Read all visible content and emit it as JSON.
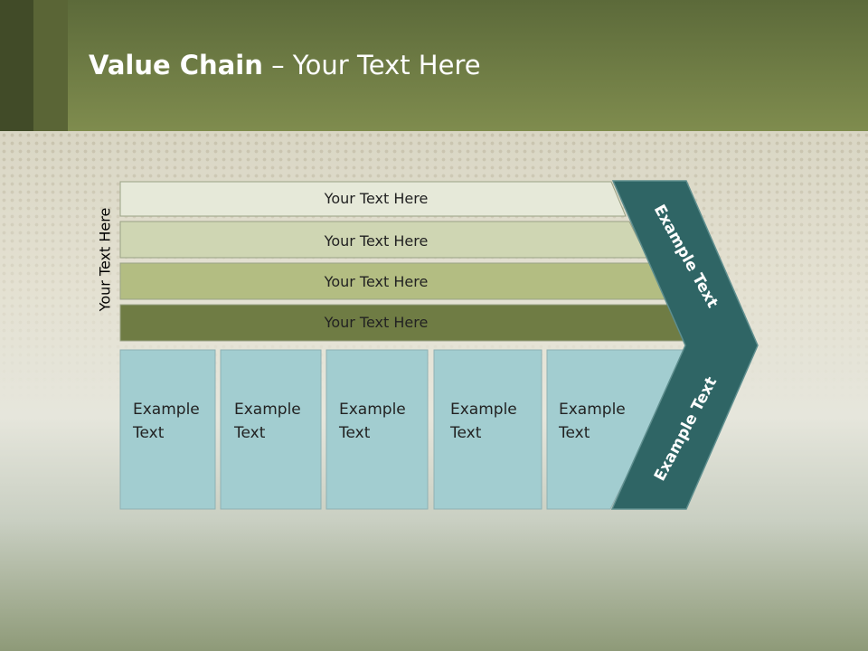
{
  "slide": {
    "title_bold": "Value Chain",
    "title_rest": " – Your Text Here",
    "side_label": "Your Text Here"
  },
  "bars": [
    {
      "label": "Your Text Here",
      "fill": "#e6e9d9"
    },
    {
      "label": "Your Text Here",
      "fill": "#cfd6b3"
    },
    {
      "label": "Your Text Here",
      "fill": "#b3bd82"
    },
    {
      "label": "Your Text Here",
      "fill": "#6f7c44"
    }
  ],
  "columns": [
    {
      "line1": "Example",
      "line2": "Text"
    },
    {
      "line1": "Example",
      "line2": "Text"
    },
    {
      "line1": "Example",
      "line2": "Text"
    },
    {
      "line1": "Example",
      "line2": "Text"
    },
    {
      "line1": "Example",
      "line2": "Text"
    }
  ],
  "chevron": {
    "upper_text": "Example Text",
    "lower_text": "Example Text",
    "fill": "#2f6565",
    "column_fill": "#a2cdd0"
  }
}
